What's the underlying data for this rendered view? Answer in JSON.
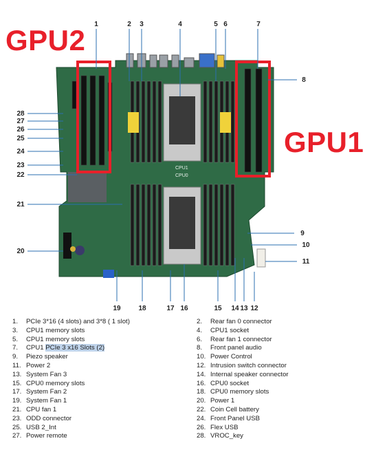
{
  "labels": {
    "gpu2": "GPU2",
    "gpu1": "GPU1"
  },
  "colors": {
    "highlight_box": "#e8202a",
    "board": "#2f6b46",
    "callout": "#2b6fb0"
  },
  "callout_numbers": {
    "top": [
      "1",
      "2",
      "3",
      "4",
      "5",
      "6",
      "7"
    ],
    "right": [
      "8",
      "9",
      "10",
      "11"
    ],
    "left": [
      "28",
      "27",
      "26",
      "25",
      "24",
      "23",
      "22",
      "21",
      "20"
    ],
    "bottom": [
      "19",
      "18",
      "17",
      "16",
      "15",
      "14",
      "13",
      "12"
    ]
  },
  "board_text": {
    "cpu1": "CPU1",
    "cpu0": "CPU0"
  },
  "legend": [
    {
      "n": "1.",
      "text": "PCIe 3*16 (4 slots) and 3*8 ( 1 slot)"
    },
    {
      "n": "2.",
      "text": "Rear fan 0 connector"
    },
    {
      "n": "3.",
      "text": "CPU1 memory slots"
    },
    {
      "n": "4.",
      "text": "CPU1 socket"
    },
    {
      "n": "5.",
      "text": "CPU1 memory slots"
    },
    {
      "n": "6.",
      "text": "Rear fan 1 connector"
    },
    {
      "n": "7.",
      "text_pre": "CPU1 ",
      "text_hl": "PCIe 3 x16 Slots (2)"
    },
    {
      "n": "8.",
      "text": "Front panel audio"
    },
    {
      "n": "9.",
      "text": "Piezo speaker"
    },
    {
      "n": "10.",
      "text": "Power Control"
    },
    {
      "n": "11.",
      "text": "Power 2"
    },
    {
      "n": "12.",
      "text": "Intrusion switch connector"
    },
    {
      "n": "13.",
      "text": "System Fan 3"
    },
    {
      "n": "14.",
      "text": "Internal speaker connector"
    },
    {
      "n": "15.",
      "text": "CPU0 memory slots"
    },
    {
      "n": "16.",
      "text": "CPU0 socket"
    },
    {
      "n": "17.",
      "text": "System Fan 2"
    },
    {
      "n": "18.",
      "text": "CPU0 memory slots"
    },
    {
      "n": "19.",
      "text": "System Fan 1"
    },
    {
      "n": "20.",
      "text": "Power 1"
    },
    {
      "n": "21.",
      "text": "CPU fan 1"
    },
    {
      "n": "22.",
      "text": "Coin Cell battery"
    },
    {
      "n": "23.",
      "text": "ODD connector"
    },
    {
      "n": "24.",
      "text": "Front Panel USB"
    },
    {
      "n": "25.",
      "text": "USB 2_Int"
    },
    {
      "n": "26.",
      "text": "Flex USB"
    },
    {
      "n": "27.",
      "text": "Power remote"
    },
    {
      "n": "28.",
      "text": "VROC_key"
    }
  ]
}
